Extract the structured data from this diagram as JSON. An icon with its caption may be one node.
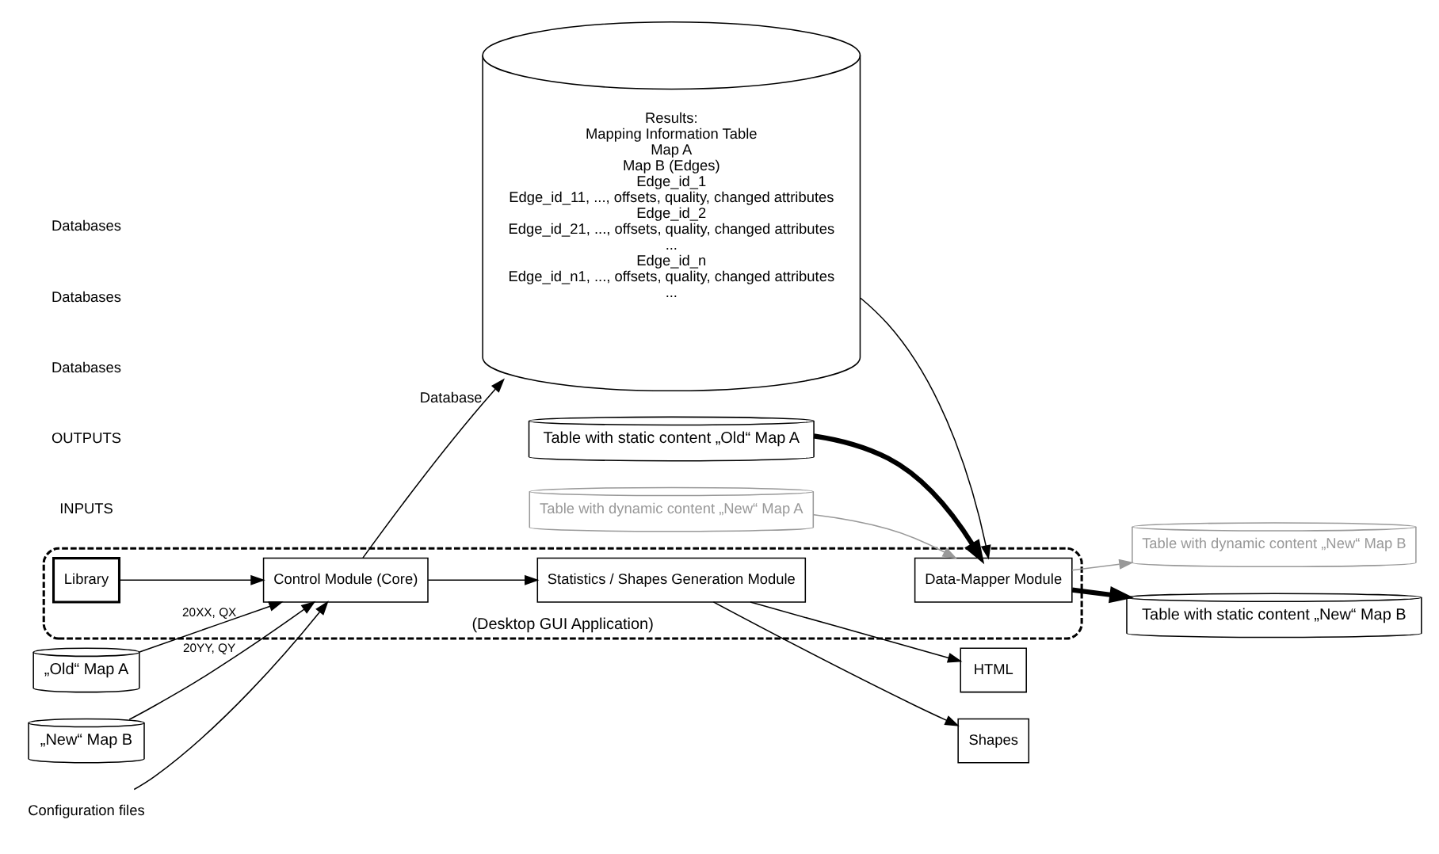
{
  "diagram": {
    "nodes": [
      {
        "text": [
          "(Desktop GUI Application)"
        ]
      },
      {
        "text": [
          "„Old“ Map A"
        ]
      },
      {
        "text": [
          "„New“ Map B"
        ]
      },
      {
        "text": [
          "Configuration files"
        ]
      },
      {
        "text": [
          "Control Module (Core)"
        ],
        "in": 0
      },
      {
        "text": [
          "Library"
        ],
        "in": 0
      },
      {
        "text": [
          "Statistics / Shapes Generation Module"
        ],
        "in": 0
      },
      {
        "text": [
          "HTML"
        ]
      },
      {
        "text": [
          "Shapes"
        ]
      },
      {
        "text": [
          "Results:",
          "Mapping Information Table",
          "Map A",
          "Map B (Edges)",
          "Edge_id_1",
          "Edge_id_11, ..., offsets, quality, changed attributes",
          "Edge_id_2",
          "Edge_id_21, ..., offsets, quality, changed attributes",
          "...",
          "Edge_id_n",
          "Edge_id_n1, ..., offsets, quality, changed attributes",
          "..."
        ],
        "beside": [
          "Database"
        ]
      },
      {
        "text": [
          "Table with static content „Old“ Map A"
        ]
      },
      {
        "text": [
          "Table with dynamic content „New“ Map A"
        ]
      },
      {
        "text": [
          "Data-Mapper Module"
        ],
        "in": 0
      },
      {
        "text": [
          "Table with dynamic content „New“ Map B"
        ]
      },
      {
        "text": [
          "Table with static content „New“ Map B"
        ]
      }
    ],
    "edges": [
      {
        "from": 1,
        "to": 4,
        "arrow": "to",
        "label": "20XX, QX"
      },
      {
        "from": 2,
        "to": 4,
        "arrow": "to",
        "label": "20YY, QY"
      },
      {
        "from": 3,
        "to": 4,
        "arrow": "to"
      },
      {
        "from": 5,
        "to": 4,
        "arrow": "to"
      },
      {
        "from": 4,
        "to": 6,
        "arrow": "to"
      },
      {
        "from": 4,
        "to": 9,
        "arrow": "to"
      },
      {
        "from": 6,
        "to": 7,
        "arrow": "to"
      },
      {
        "from": 6,
        "to": 8,
        "arrow": "to"
      },
      {
        "from": 9,
        "to": 12,
        "arrow": "to"
      },
      {
        "from": 10,
        "to": 12,
        "arrow": "to",
        "style": "thick"
      },
      {
        "from": 11,
        "to": 12,
        "arrow": "to",
        "color": "#999999"
      },
      {
        "from": 12,
        "to": 13,
        "arrow": "to",
        "color": "#999999"
      },
      {
        "from": 12,
        "to": 14,
        "arrow": "to",
        "style": "thick"
      }
    ],
    "labels": [
      "INPUTS",
      "OUTPUTS",
      "Databases",
      "Databases",
      "Databases"
    ]
  }
}
